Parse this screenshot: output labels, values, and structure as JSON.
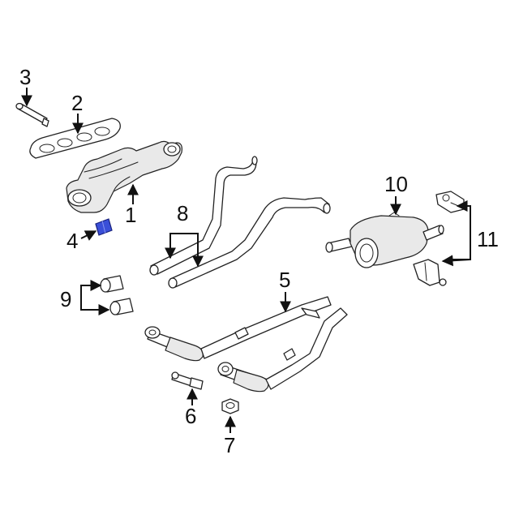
{
  "diagram": {
    "callouts": {
      "c1": "1",
      "c2": "2",
      "c3": "3",
      "c4": "4",
      "c5": "5",
      "c6": "6",
      "c7": "7",
      "c8": "8",
      "c9": "9",
      "c10": "10",
      "c11": "11"
    },
    "colors": {
      "highlight_part": "#3a4fd8",
      "line": "#222222",
      "background": "#ffffff"
    }
  }
}
